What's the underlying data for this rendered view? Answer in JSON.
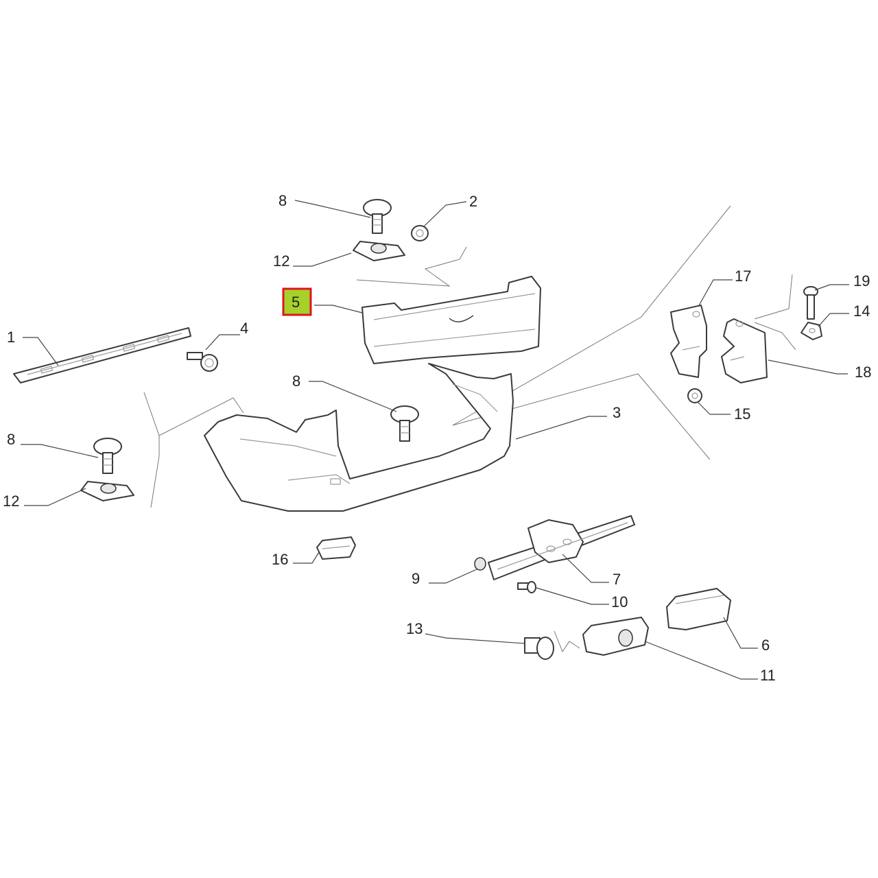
{
  "callouts": {
    "c1": "1",
    "c2": "2",
    "c3": "3",
    "c4": "4",
    "c5": "5",
    "c6": "6",
    "c7": "7",
    "c8a": "8",
    "c8b": "8",
    "c8c": "8",
    "c9": "9",
    "c10": "10",
    "c11": "11",
    "c12a": "12",
    "c12b": "12",
    "c13": "13",
    "c14": "14",
    "c15": "15",
    "c16": "16",
    "c17": "17",
    "c18": "18",
    "c19": "19"
  },
  "highlight": {
    "part": "5",
    "fill": "#a6d12a",
    "border": "#e0141e"
  },
  "colors": {
    "line": "#3a3a3a",
    "background": "#ffffff"
  }
}
